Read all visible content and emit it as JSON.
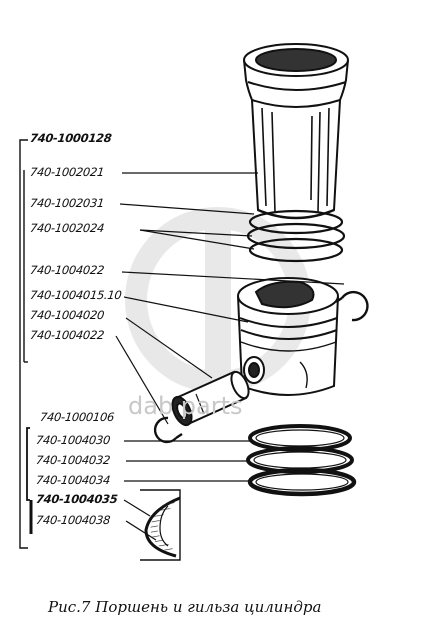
{
  "labels": {
    "l1": "740-1000128",
    "l2": "740-1002021",
    "l3": "740-1002031",
    "l4": "740-1002024",
    "l5": "740-1004022",
    "l6": "740-1004015.10",
    "l7": "740-1004020",
    "l8": "740-1004022",
    "l9": "740-1000106",
    "l10": "740-1004030",
    "l11": "740-1004032",
    "l12": "740-1004034",
    "l13": "740-1004035",
    "l14": "740-1004038"
  },
  "caption": "Рис.7 Поршень и гильза цилиндра",
  "watermark": "dab parts",
  "colors": {
    "ink": "#111111",
    "watermark": "#c8c8c8"
  }
}
